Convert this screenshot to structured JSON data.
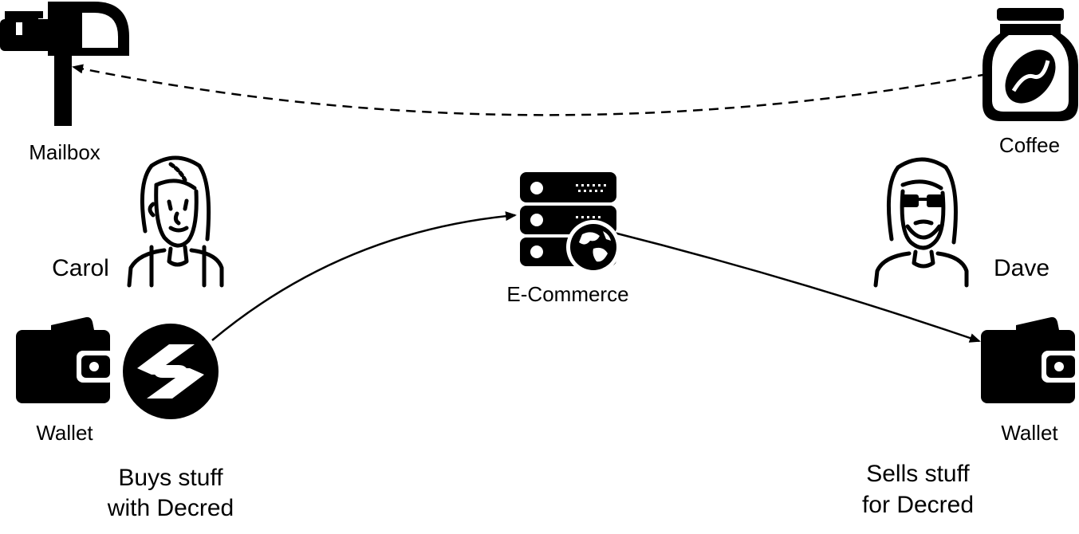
{
  "nodes": {
    "mailbox": {
      "label": "Mailbox",
      "icon": "mailbox-icon"
    },
    "coffee": {
      "label": "Coffee",
      "icon": "coffee-jar-icon"
    },
    "carol": {
      "label": "Carol",
      "icon": "woman-avatar-icon"
    },
    "dave": {
      "label": "Dave",
      "icon": "bearded-man-avatar-icon"
    },
    "ecommerce": {
      "label": "E-Commerce",
      "icon": "server-globe-icon"
    },
    "carol_wallet": {
      "label": "Wallet",
      "icon": "wallet-icon"
    },
    "dave_wallet": {
      "label": "Wallet",
      "icon": "wallet-icon"
    },
    "decred": {
      "icon": "decred-logo-icon"
    }
  },
  "notes": {
    "buys": [
      "Buys stuff",
      "with Decred"
    ],
    "sells": [
      "Sells stuff",
      "for Decred"
    ]
  },
  "edges": [
    {
      "from": "decred",
      "to": "ecommerce",
      "style": "solid"
    },
    {
      "from": "ecommerce",
      "to": "dave_wallet",
      "style": "solid"
    },
    {
      "from": "coffee",
      "to": "mailbox",
      "style": "dashed"
    }
  ],
  "colors": {
    "ink": "#000000",
    "paper": "#ffffff"
  }
}
